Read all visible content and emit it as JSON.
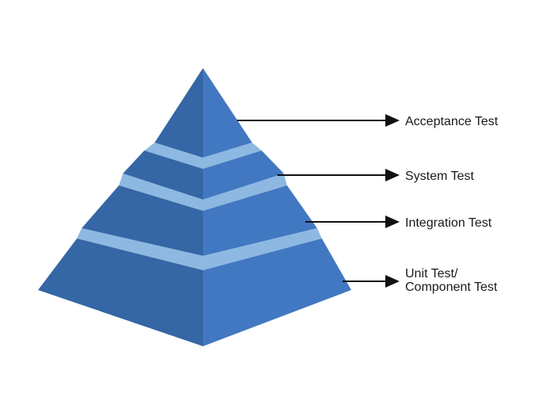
{
  "diagram": {
    "levels": [
      {
        "label_lines": [
          "Acceptance Test"
        ]
      },
      {
        "label_lines": [
          "System Test"
        ]
      },
      {
        "label_lines": [
          "Integration Test"
        ]
      },
      {
        "label_lines": [
          "Unit Test/",
          "Component Test"
        ]
      }
    ]
  },
  "colors": {
    "face_left": "#3566a5",
    "face_right": "#4278c1",
    "band": "#8db8e1",
    "arrow": "#111111",
    "text": "#1a1a1a"
  }
}
